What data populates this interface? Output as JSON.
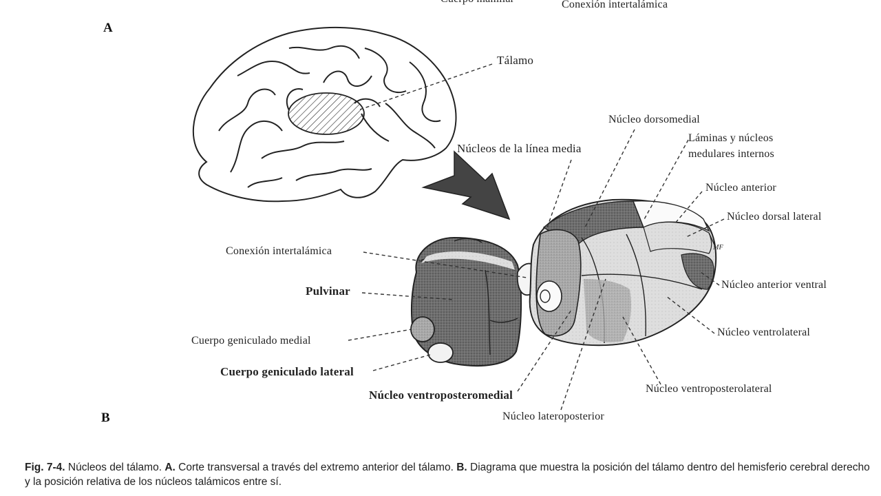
{
  "top_labels": {
    "cut_left": "Cuerpo mamilar",
    "cut_right": "Conexión intertalámica"
  },
  "panels": {
    "a": "A",
    "b": "B"
  },
  "labels": {
    "talamo": "Tálamo",
    "nucleo_dorsomedial": "Núcleo dorsomedial",
    "laminas_1": "Láminas y núcleos",
    "laminas_2": "medulares internos",
    "nucleos_linea_media": "Núcleos de la línea media",
    "nucleo_anterior": "Núcleo anterior",
    "nucleo_dorsal_lateral": "Núcleo dorsal lateral",
    "tag_mf": "MF",
    "conexion_intertalamica": "Conexión intertalámica",
    "pulvinar": "Pulvinar",
    "nucleo_anterior_ventral": "Núcleo anterior ventral",
    "cuerpo_geniculado_medial": "Cuerpo geniculado medial",
    "nucleo_ventrolateral": "Núcleo ventrolateral",
    "cuerpo_geniculado_lateral": "Cuerpo geniculado lateral",
    "nucleo_ventroposterolateral": "Núcleo ventroposterolateral",
    "nucleo_ventroposteromedial": "Núcleo ventroposteromedial",
    "nucleo_lateroposterior": "Núcleo lateroposterior"
  },
  "caption": {
    "fig": "Fig. 7-4.",
    "title": "Núcleos del tálamo.",
    "a_mark": "A.",
    "a_text": "Corte transversal a través del extremo anterior del tálamo.",
    "b_mark": "B.",
    "b_text": "Diagrama que muestra la posición del tálamo dentro del hemisferio cerebral derecho y la posición relativa de los núcleos talámicos entre sí."
  }
}
